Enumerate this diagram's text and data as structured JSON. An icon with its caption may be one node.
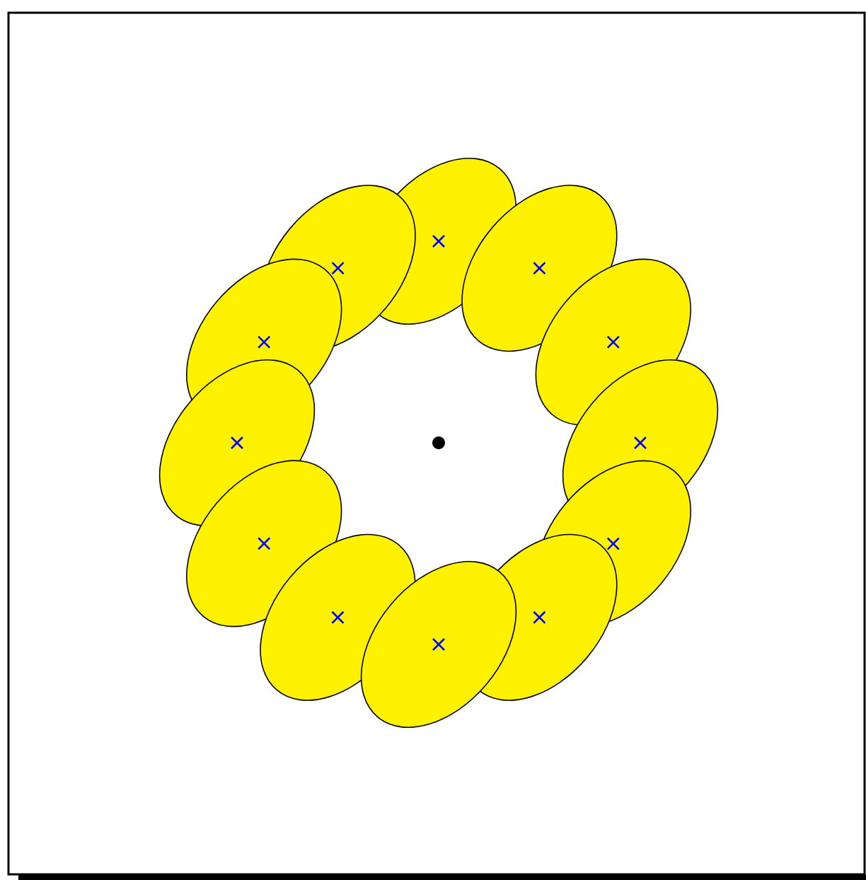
{
  "diagram": {
    "nodes": [
      {
        "text": [],
        "shape": "ellipse"
      },
      {
        "text": [],
        "shape": "ellipse"
      },
      {
        "text": [],
        "shape": "ellipse"
      },
      {
        "text": [],
        "shape": "ellipse"
      },
      {
        "text": [],
        "shape": "ellipse"
      },
      {
        "text": [],
        "shape": "ellipse"
      },
      {
        "text": [],
        "shape": "ellipse"
      },
      {
        "text": [],
        "shape": "ellipse"
      },
      {
        "text": [],
        "shape": "ellipse"
      },
      {
        "text": [],
        "shape": "ellipse"
      },
      {
        "text": [],
        "shape": "ellipse"
      },
      {
        "text": [],
        "shape": "ellipse"
      },
      {
        "text": [],
        "shape": "dot"
      }
    ]
  }
}
